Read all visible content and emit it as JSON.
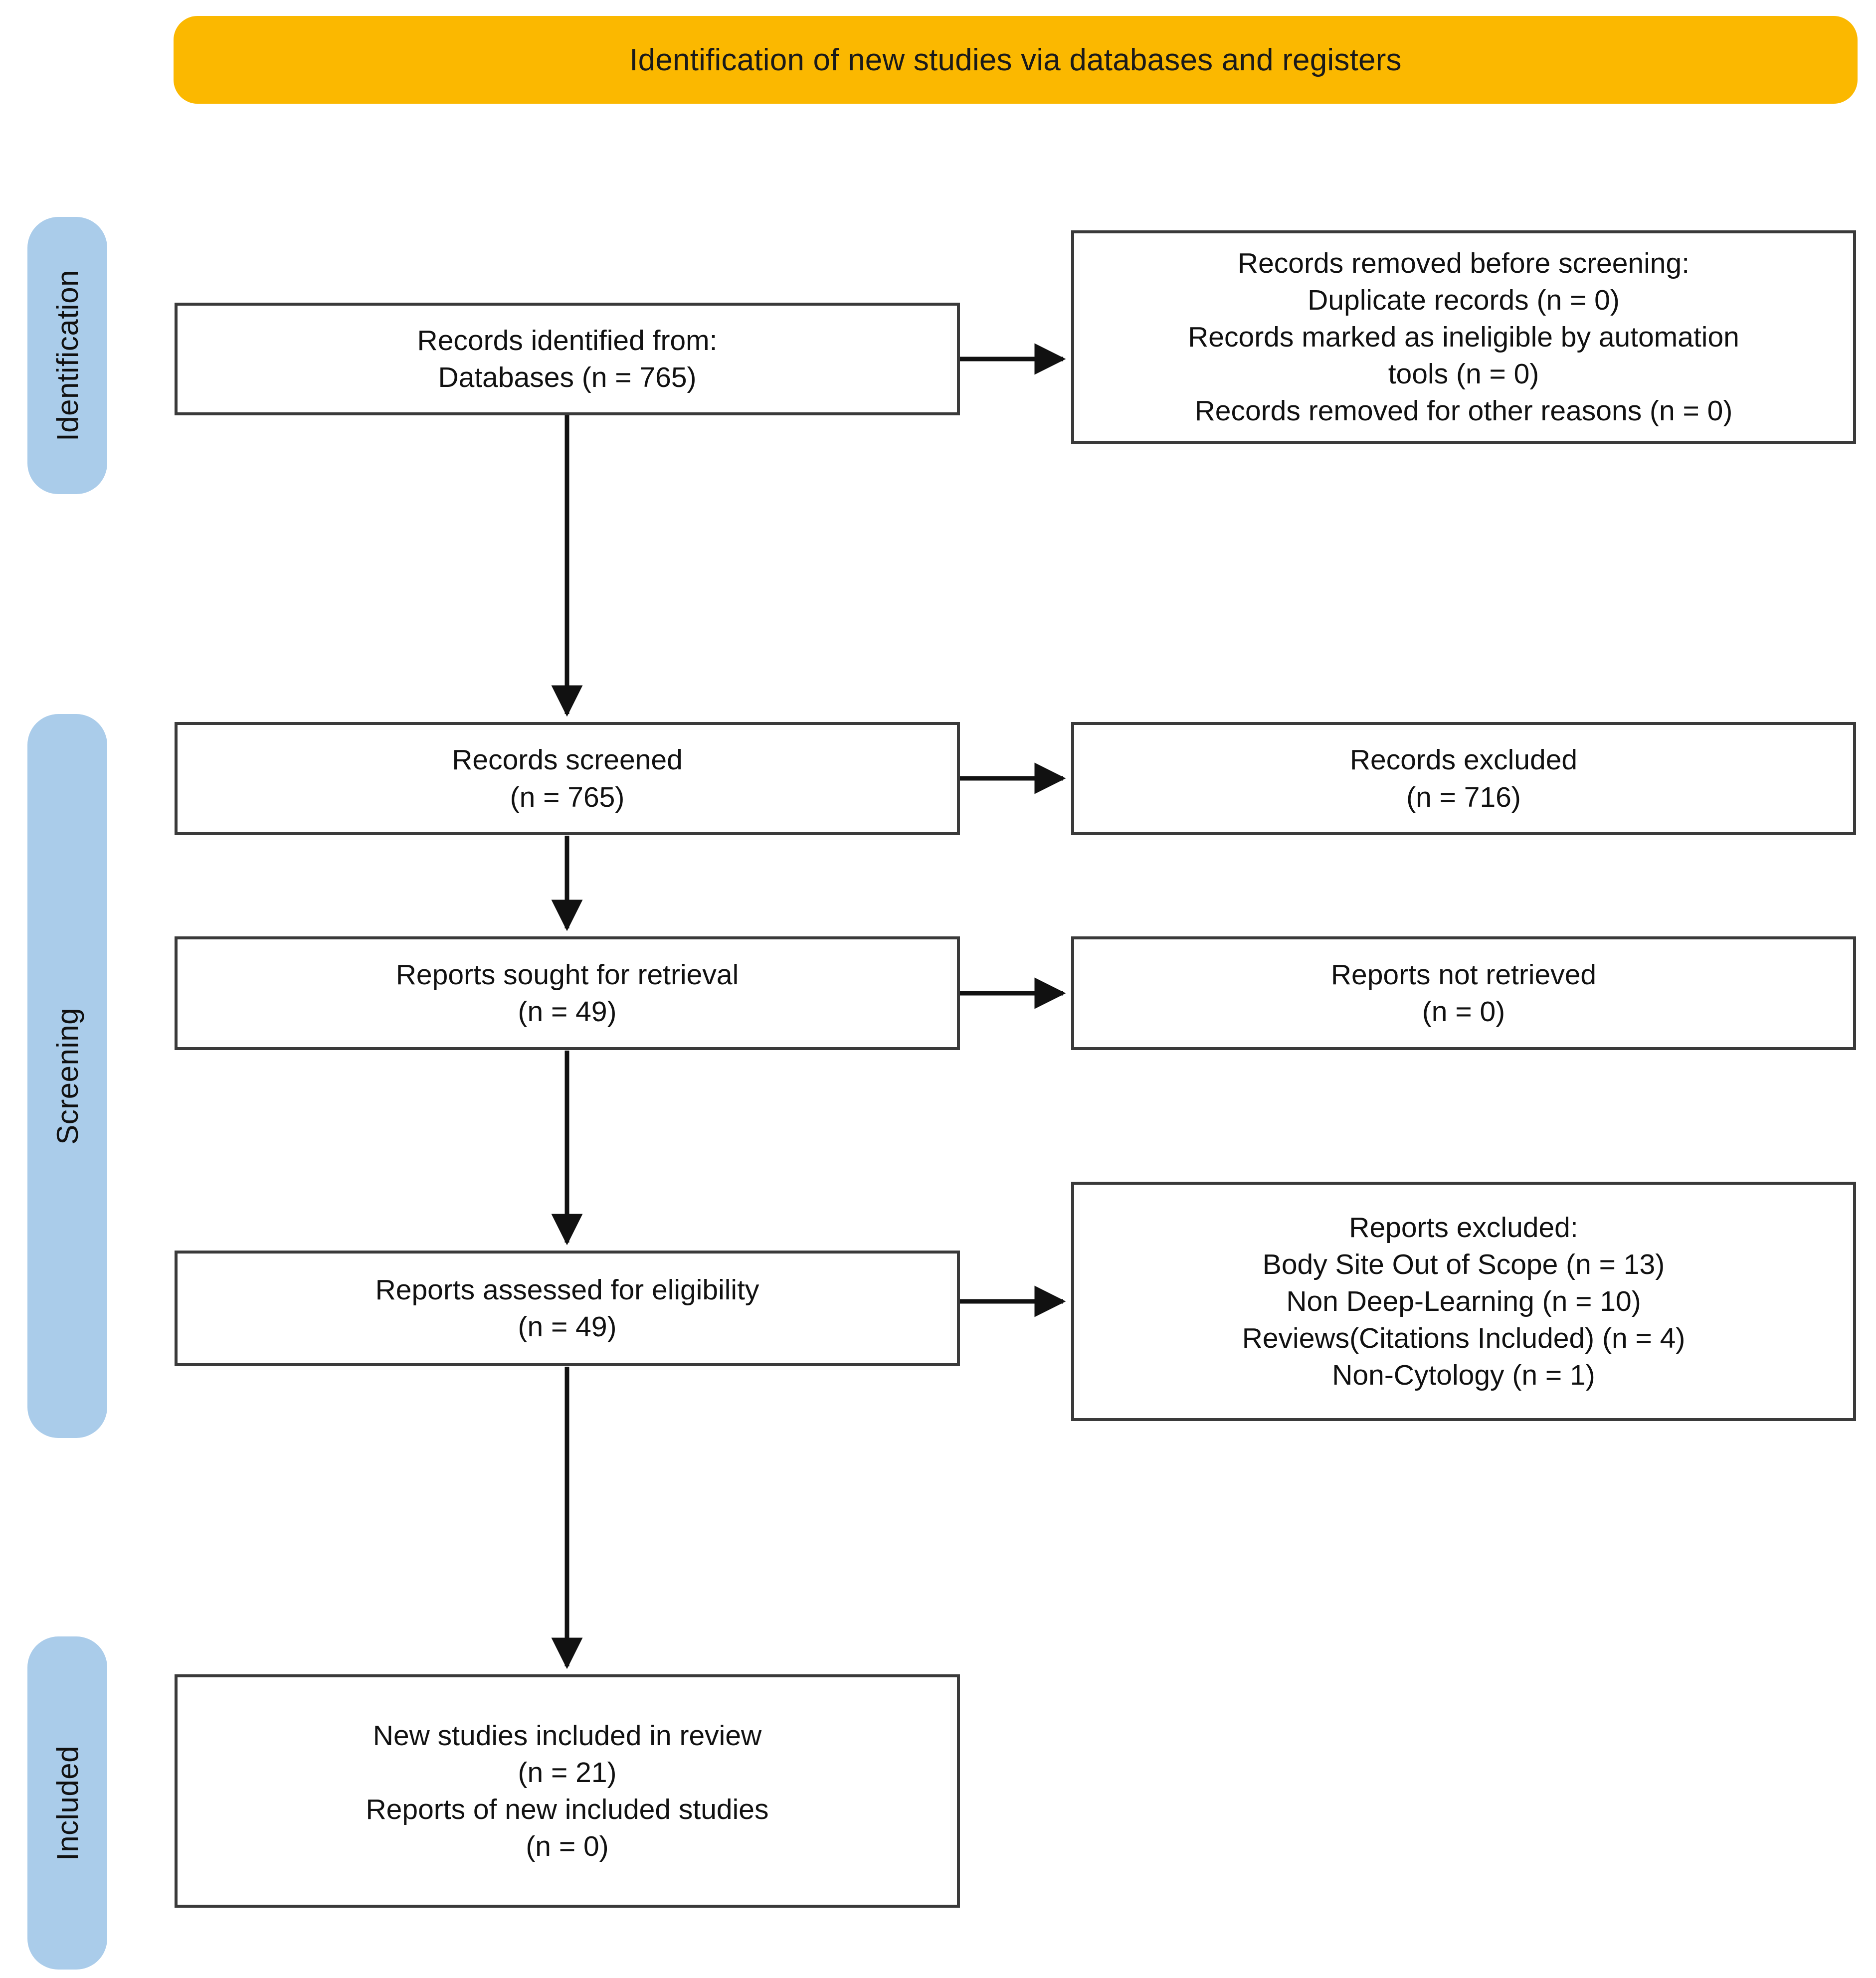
{
  "banner": {
    "title": "Identification of new studies via databases and registers",
    "color": "#FBB800"
  },
  "stages": [
    {
      "id": "identification",
      "label": "Identification",
      "color": "#AACCEA"
    },
    {
      "id": "screening",
      "label": "Screening",
      "color": "#AACCEA"
    },
    {
      "id": "included",
      "label": "Included",
      "color": "#AACCEA"
    }
  ],
  "boxes": {
    "identified": {
      "lines": [
        "Records identified from:",
        "Databases (n = 765)"
      ]
    },
    "removed": {
      "lines": [
        "Records removed before screening:",
        "Duplicate records (n = 0)",
        "Records marked as ineligible by automation",
        "tools (n = 0)",
        "Records removed for other reasons (n = 0)"
      ]
    },
    "screened": {
      "lines": [
        "Records screened",
        "(n = 765)"
      ]
    },
    "excluded": {
      "lines": [
        "Records excluded",
        "(n = 716)"
      ]
    },
    "sought": {
      "lines": [
        "Reports sought for retrieval",
        "(n = 49)"
      ]
    },
    "notretrieved": {
      "lines": [
        "Reports not retrieved",
        "(n = 0)"
      ]
    },
    "assessed": {
      "lines": [
        "Reports assessed for eligibility",
        "(n = 49)"
      ]
    },
    "reportsexcluded": {
      "lines": [
        "Reports excluded:",
        "Body Site Out of Scope (n = 13)",
        "Non Deep-Learning (n = 10)",
        "Reviews(Citations Included) (n = 4)",
        "Non-Cytology (n = 1)"
      ]
    },
    "included": {
      "lines": [
        "New studies included in review",
        "(n = 21)",
        "Reports of new included studies",
        "(n = 0)"
      ]
    }
  },
  "chart_data": {
    "type": "diagram",
    "title": "Identification of new studies via databases and registers",
    "flow": [
      {
        "step": "Records identified from: Databases",
        "n": 765
      },
      {
        "step": "Records removed before screening: Duplicate records",
        "n": 0
      },
      {
        "step": "Records marked as ineligible by automation tools",
        "n": 0
      },
      {
        "step": "Records removed for other reasons",
        "n": 0
      },
      {
        "step": "Records screened",
        "n": 765
      },
      {
        "step": "Records excluded",
        "n": 716
      },
      {
        "step": "Reports sought for retrieval",
        "n": 49
      },
      {
        "step": "Reports not retrieved",
        "n": 0
      },
      {
        "step": "Reports assessed for eligibility",
        "n": 49
      },
      {
        "step": "Reports excluded: Body Site Out of Scope",
        "n": 13
      },
      {
        "step": "Reports excluded: Non Deep-Learning",
        "n": 10
      },
      {
        "step": "Reports excluded: Reviews(Citations Included)",
        "n": 4
      },
      {
        "step": "Reports excluded: Non-Cytology",
        "n": 1
      },
      {
        "step": "New studies included in review",
        "n": 21
      },
      {
        "step": "Reports of new included studies",
        "n": 0
      }
    ]
  }
}
